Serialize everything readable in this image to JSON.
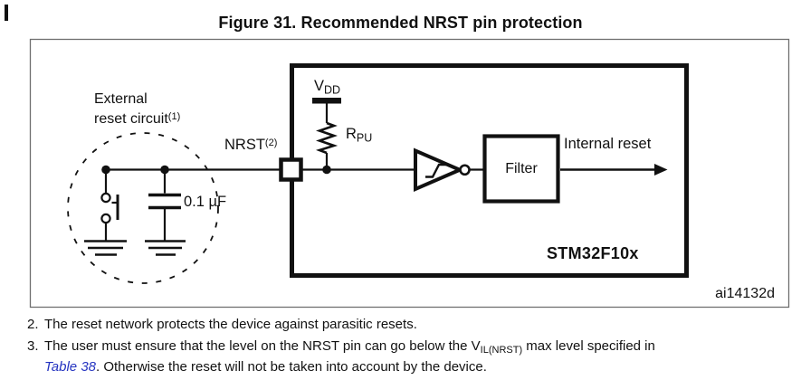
{
  "accent_colors": {
    "link_blue": "#2433c0",
    "diagram_stroke": "#111111",
    "figure_border": "#6f6f6f"
  },
  "title": "Figure 31. Recommended NRST pin protection",
  "diagram": {
    "external_reset_line1": "External",
    "external_reset_line2": "reset circuit",
    "external_reset_sup": "(1)",
    "nrst_label": "NRST",
    "nrst_sup": "(2)",
    "vdd_main": "V",
    "vdd_sub": "DD",
    "rpu_main": "R",
    "rpu_sub": "PU",
    "capacitor_value": "0.1 µF",
    "filter_label": "Filter",
    "internal_reset_label": "Internal reset",
    "chip_name": "STM32F10x",
    "figure_id": "ai14132d"
  },
  "footnotes": {
    "note2_number": "2.",
    "note2_text": "The reset network protects the device against parasitic resets.",
    "note3_number": "3.",
    "note3_part1": "The user must ensure that the level on the NRST pin can go below the V",
    "note3_sub": "IL(NRST)",
    "note3_part2": " max level specified in",
    "note3_link": "Table 38",
    "note3_part3": ". Otherwise the reset will not be taken into account by the device."
  }
}
